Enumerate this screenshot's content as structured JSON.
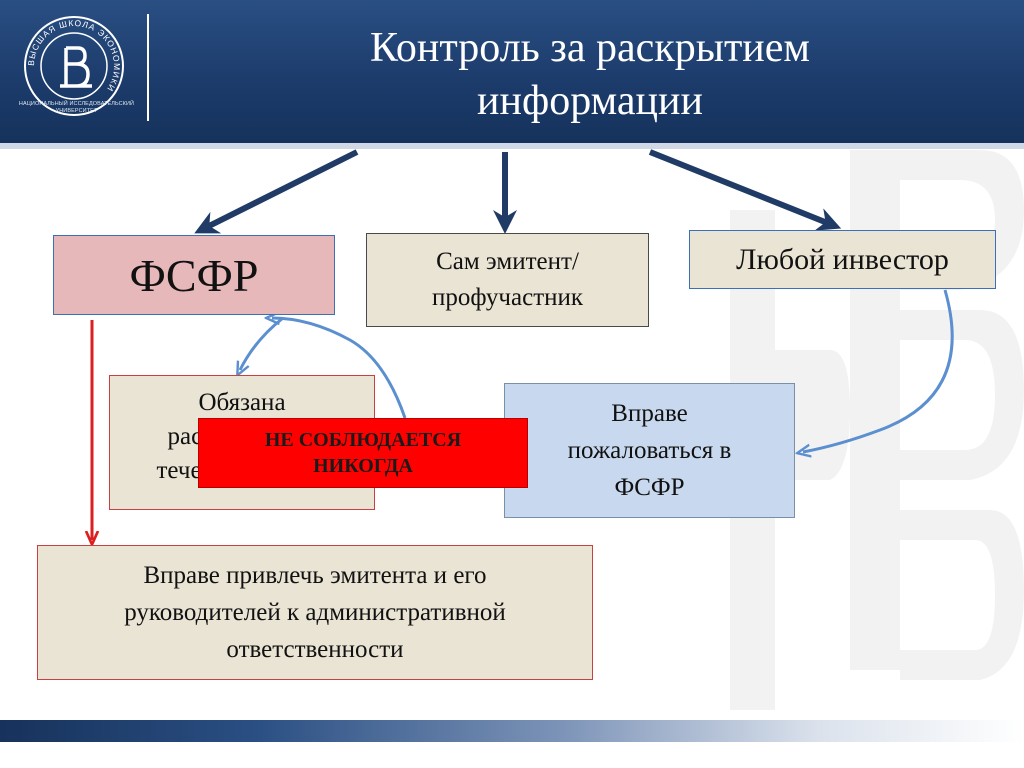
{
  "header": {
    "title_line1": "Контроль за раскрытием",
    "title_line2": "информации",
    "logo": {
      "icon": "hse-logo-icon",
      "ring_text": "ВЫСШАЯ ШКОЛА ЭКОНОМИКИ",
      "caption": "НАЦИОНАЛЬНЫЙ ИССЛЕДОВАТЕЛЬСКИЙ УНИВЕРСИТЕТ"
    }
  },
  "nodes": {
    "fsfr": {
      "label": "ФСФР"
    },
    "issuer": {
      "line1": "Сам эмитент/",
      "line2": "профучастник"
    },
    "investor": {
      "label": "Любой инвестор"
    },
    "obliged": {
      "line1": "Обязана",
      "line2": "рассмотреть в",
      "line3": "течение 14 дней"
    },
    "complain": {
      "line1": "Вправе",
      "line2": "пожаловаться в",
      "line3": "ФСФР"
    },
    "attract": {
      "line1": "Вправе привлечь эмитента и его",
      "line2": "руководителей к административной",
      "line3": "ответственности"
    },
    "overlay": {
      "line1": "НЕ СОБЛЮДАЕТСЯ",
      "line2": "НИКОГДА"
    }
  },
  "colors": {
    "header": "#1f4274",
    "dark_arrow": "#1f3b66",
    "light_arrow": "#5b8fd0",
    "red_arrow": "#dd1f1f",
    "fsfr_fill": "#e6b8b9",
    "beige_fill": "#eae4d5",
    "blue_fill": "#c8d9ef",
    "overlay_fill": "#ff0000"
  }
}
